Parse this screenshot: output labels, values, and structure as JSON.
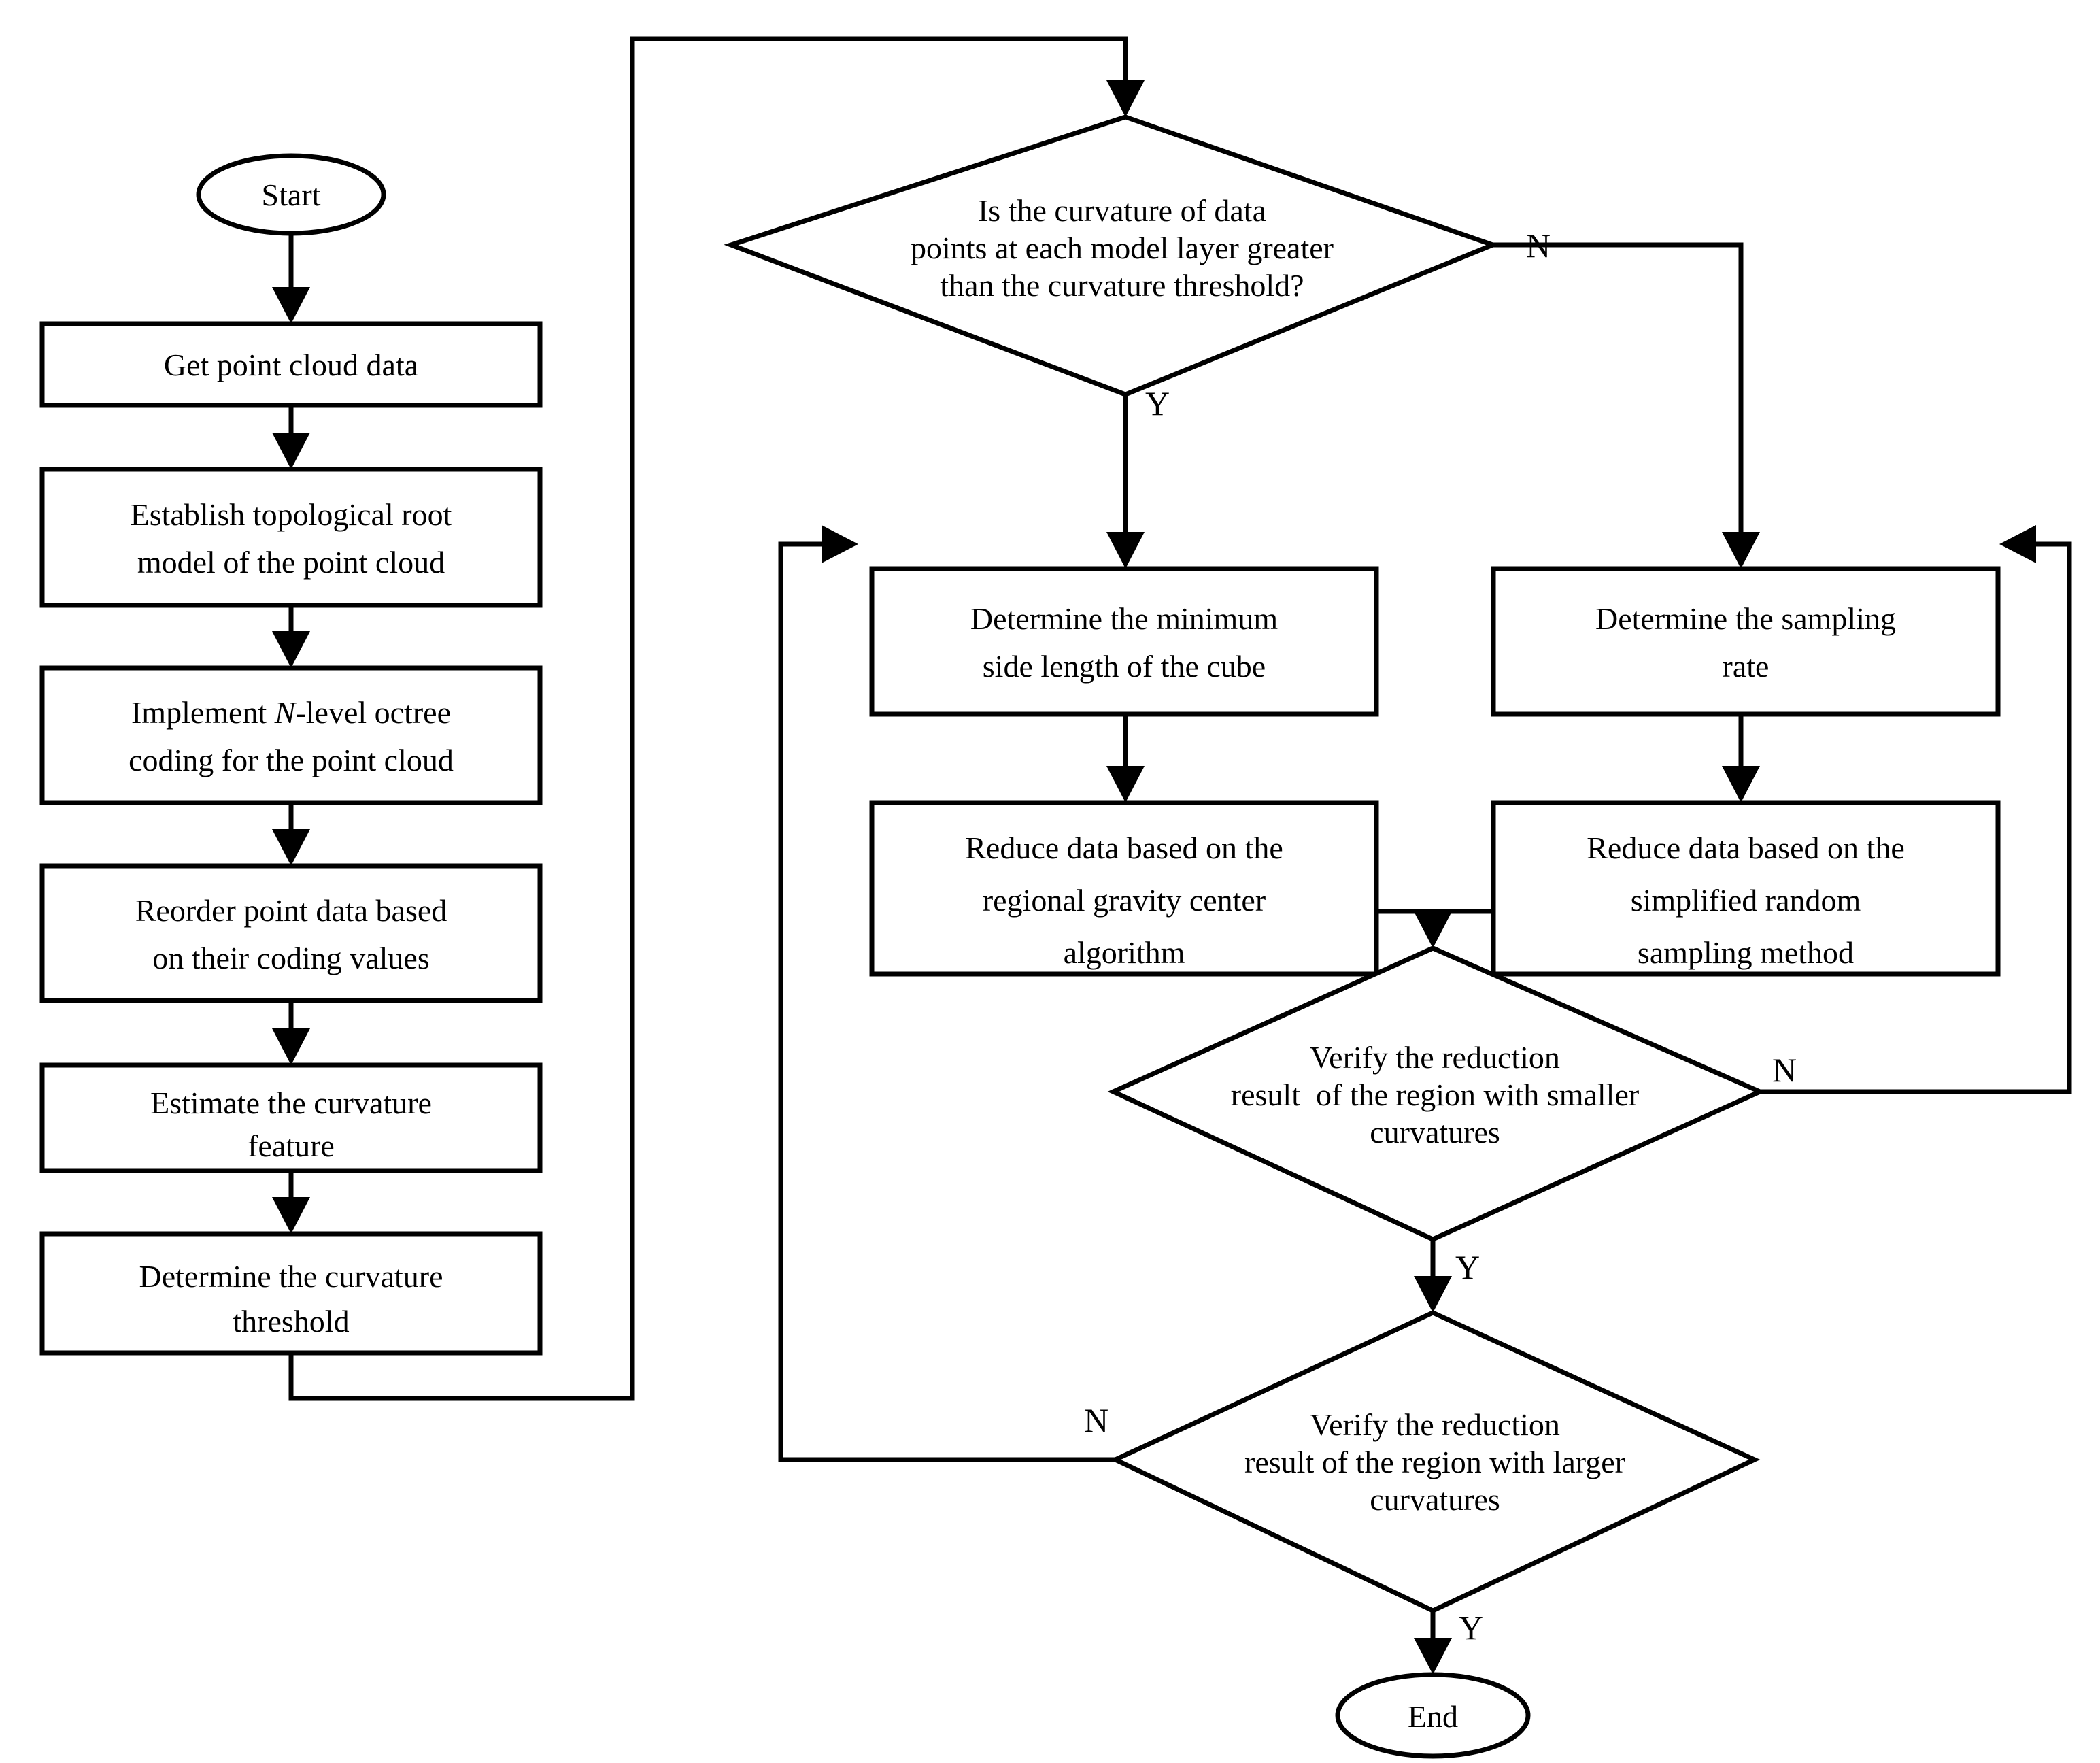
{
  "diagram": {
    "type": "flowchart",
    "title": "Point cloud data reduction algorithm flowchart",
    "background_color": "#ffffff",
    "line_color": "#000000",
    "text_color": "#000000"
  },
  "nodes": {
    "start": {
      "kind": "terminator",
      "label": "Start"
    },
    "get_point_cloud": {
      "kind": "process",
      "lines": [
        "Get point cloud data"
      ]
    },
    "establish_topo": {
      "kind": "process",
      "lines": [
        "Establish topological root",
        "model of the point cloud"
      ]
    },
    "octree_coding": {
      "kind": "process",
      "lines": [
        "Implement N-level octree",
        "coding for the point cloud"
      ],
      "italic_token": "N"
    },
    "reorder": {
      "kind": "process",
      "lines": [
        "Reorder point data based",
        "on their coding values"
      ]
    },
    "estimate_curvature": {
      "kind": "process",
      "lines": [
        "Estimate the curvature",
        "feature"
      ]
    },
    "determine_threshold": {
      "kind": "process",
      "lines": [
        "Determine the curvature",
        "threshold"
      ]
    },
    "curvature_decision": {
      "kind": "decision",
      "lines": [
        "Is the curvature of data",
        "points at each model layer greater",
        "than the curvature threshold?"
      ]
    },
    "min_side_length": {
      "kind": "process",
      "lines": [
        "Determine the minimum",
        "side length of the cube"
      ]
    },
    "sampling_rate": {
      "kind": "process",
      "lines": [
        "Determine the sampling",
        "rate"
      ]
    },
    "reduce_gravity": {
      "kind": "process",
      "lines": [
        "Reduce data based on the",
        "regional gravity center",
        "algorithm"
      ]
    },
    "reduce_random": {
      "kind": "process",
      "lines": [
        "Reduce data based on the",
        "simplified random",
        "sampling method"
      ]
    },
    "verify_smaller": {
      "kind": "decision",
      "lines": [
        "Verify the reduction",
        "result  of the region with smaller",
        "curvatures"
      ]
    },
    "verify_larger": {
      "kind": "decision",
      "lines": [
        "Verify the reduction",
        "result of the region with larger",
        "curvatures"
      ]
    },
    "end": {
      "kind": "terminator",
      "label": "End"
    }
  },
  "branch_labels": {
    "curvature_yes": "Y",
    "curvature_no": "N",
    "verify_smaller_no": "N",
    "verify_smaller_yes": "Y",
    "verify_larger_no": "N",
    "verify_larger_yes": "Y"
  },
  "edges": [
    {
      "from": "start",
      "to": "get_point_cloud",
      "label": ""
    },
    {
      "from": "get_point_cloud",
      "to": "establish_topo",
      "label": ""
    },
    {
      "from": "establish_topo",
      "to": "octree_coding",
      "label": ""
    },
    {
      "from": "octree_coding",
      "to": "reorder",
      "label": ""
    },
    {
      "from": "reorder",
      "to": "estimate_curvature",
      "label": ""
    },
    {
      "from": "estimate_curvature",
      "to": "determine_threshold",
      "label": ""
    },
    {
      "from": "determine_threshold",
      "to": "curvature_decision",
      "label": ""
    },
    {
      "from": "curvature_decision",
      "to": "min_side_length",
      "label": "Y"
    },
    {
      "from": "curvature_decision",
      "to": "sampling_rate",
      "label": "N"
    },
    {
      "from": "min_side_length",
      "to": "reduce_gravity",
      "label": ""
    },
    {
      "from": "sampling_rate",
      "to": "reduce_random",
      "label": ""
    },
    {
      "from": "reduce_gravity",
      "to": "verify_smaller",
      "label": ""
    },
    {
      "from": "reduce_random",
      "to": "verify_smaller",
      "label": ""
    },
    {
      "from": "verify_smaller",
      "to": "sampling_rate",
      "label": "N"
    },
    {
      "from": "verify_smaller",
      "to": "verify_larger",
      "label": "Y"
    },
    {
      "from": "verify_larger",
      "to": "min_side_length",
      "label": "N"
    },
    {
      "from": "verify_larger",
      "to": "end",
      "label": "Y"
    }
  ]
}
